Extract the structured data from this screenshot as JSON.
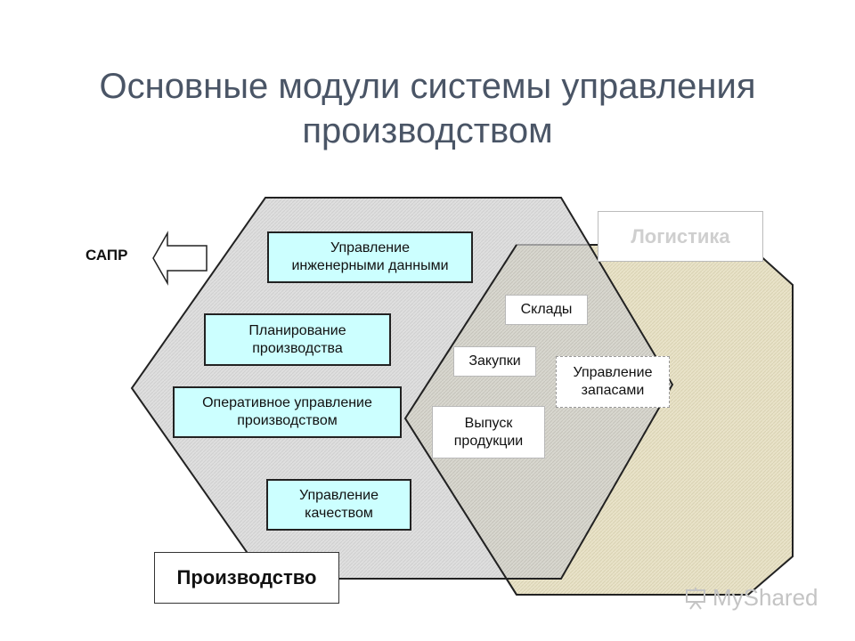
{
  "title": {
    "line1": "Основные модули системы управления",
    "line2": "производством"
  },
  "external": {
    "sapr": "САПР"
  },
  "production": {
    "label": "Производство",
    "modules": [
      {
        "line1": "Управление",
        "line2": "инженерными данными"
      },
      {
        "line1": "Планирование",
        "line2": "производства"
      },
      {
        "line1": "Оперативное управление",
        "line2": "производством"
      },
      {
        "line1": "Управление",
        "line2": "качеством"
      }
    ]
  },
  "logistics": {
    "label": "Логистика",
    "modules": [
      {
        "line1": "Склады"
      },
      {
        "line1": "Закупки"
      },
      {
        "line1": "Управление",
        "line2": "запасами"
      },
      {
        "line1": "Выпуск",
        "line2": "продукции"
      }
    ]
  },
  "watermark": {
    "text": "MyShared",
    "icon": "presentation-icon"
  },
  "colors": {
    "title": "#4a5566",
    "production_fill": "#d4d4d4",
    "logistics_fill": "#e8e2c8",
    "module_fill": "#ccffff"
  }
}
